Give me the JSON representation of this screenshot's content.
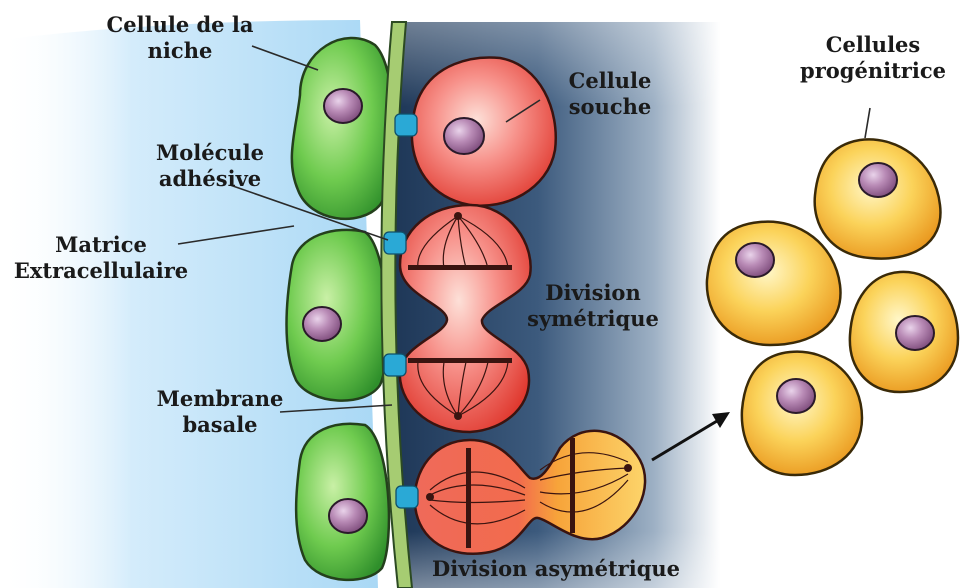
{
  "labels": {
    "niche_cell": [
      "Cellule de la",
      "niche"
    ],
    "stem_cell": [
      "Cellule",
      "souche"
    ],
    "adhesion_molecule": [
      "Molécule",
      "adhésive"
    ],
    "extracellular_matrix": [
      "Matrice",
      "Extracellulaire"
    ],
    "basement_membrane": [
      "Membrane",
      "basale"
    ],
    "symmetric_division": [
      "Division",
      "symétrique"
    ],
    "asymmetric_division": "Division asymétrique",
    "progenitor_cells": [
      "Cellules",
      "progénitrice"
    ]
  },
  "colors": {
    "niche_cell": "#52b83e",
    "stem_cell": "#ec4f44",
    "progenitor_cell": "#f5b733",
    "nucleus": "#9a6496",
    "membrane": "#a6cc72",
    "adhesion_molecule": "#2aa9d6",
    "background_left": "#c9e6f8",
    "background_right": "#1f3b5c"
  }
}
